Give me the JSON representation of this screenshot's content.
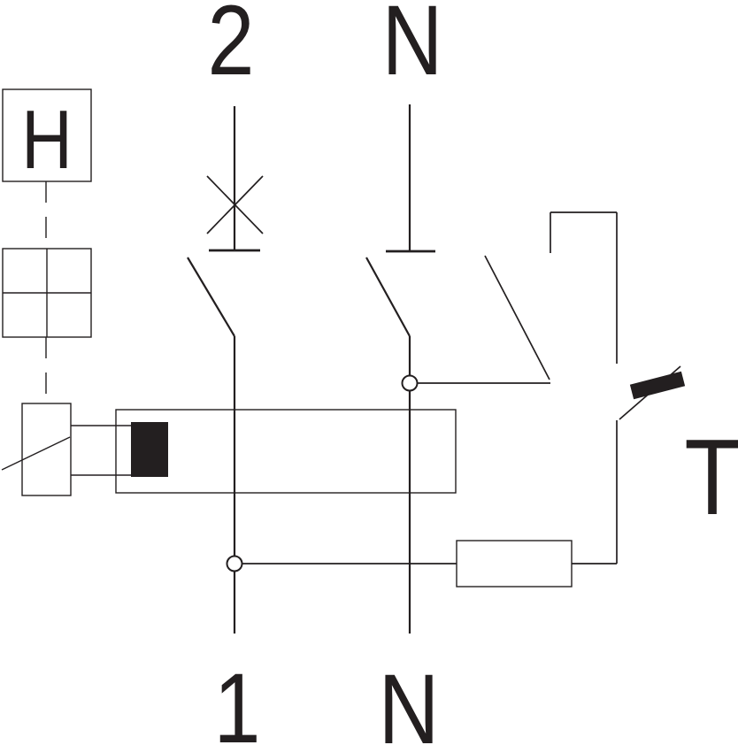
{
  "diagram": {
    "type": "electrical-schematic",
    "description": "Two-pole residual current circuit breaker with overcurrent protection (RCBO) internal wiring diagram",
    "terminals": {
      "top_phase": "2",
      "top_neutral": "N",
      "bottom_phase": "1",
      "bottom_neutral": "N"
    },
    "labels": {
      "aux_contact": "H",
      "test_button": "T"
    },
    "colors": {
      "line": "#231f20",
      "background": "#ffffff"
    }
  }
}
